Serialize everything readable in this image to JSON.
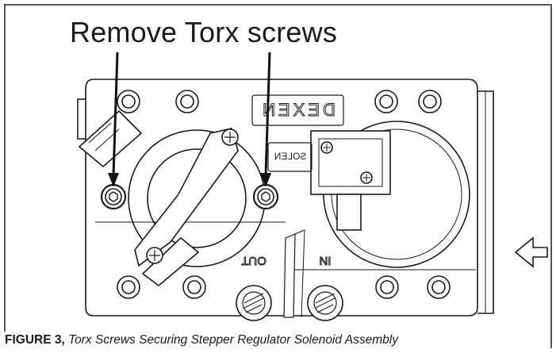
{
  "callout": {
    "label": "Remove Torx screws"
  },
  "caption": {
    "label": "FIGURE 3,",
    "text": "Torx Screws Securing Stepper Regulator Solenoid Assembly"
  },
  "valve": {
    "embossed_brand": "DEXEN",
    "embossed_solenoid": "SOLEN",
    "port_out_label": "OUT",
    "port_in_label": "IN"
  },
  "colors": {
    "line": "#1a1a1a",
    "background": "#ffffff"
  }
}
